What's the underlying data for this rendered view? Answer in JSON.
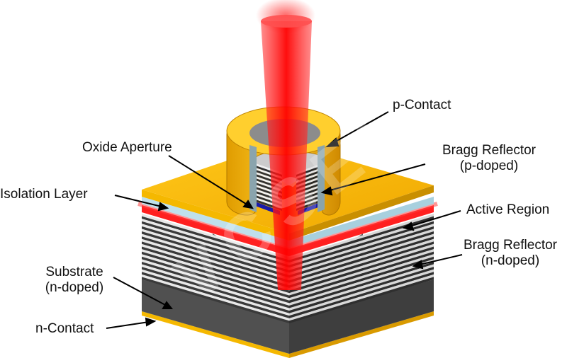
{
  "labels": {
    "p_contact": "p-Contact",
    "oxide_aperture": "Oxide Aperture",
    "bragg_p_line1": "Bragg Reflector",
    "bragg_p_line2": "(p-doped)",
    "isolation_layer": "Isolation Layer",
    "active_region": "Active Region",
    "bragg_n_line1": "Bragg Reflector",
    "bragg_n_line2": "(n-doped)",
    "substrate_line1": "Substrate",
    "substrate_line2": "(n-doped)",
    "n_contact": "n-Contact"
  },
  "watermark": "VCSEL",
  "colors": {
    "gold": "#f5b800",
    "gold_dark": "#c98f00",
    "laser_red": "#ff1a1a",
    "layer_dark": "#3a3a3a",
    "layer_light": "#e8e8e8",
    "substrate": "#555555",
    "isolation": "#b8dcea",
    "oxide": "#1a1aa8"
  }
}
